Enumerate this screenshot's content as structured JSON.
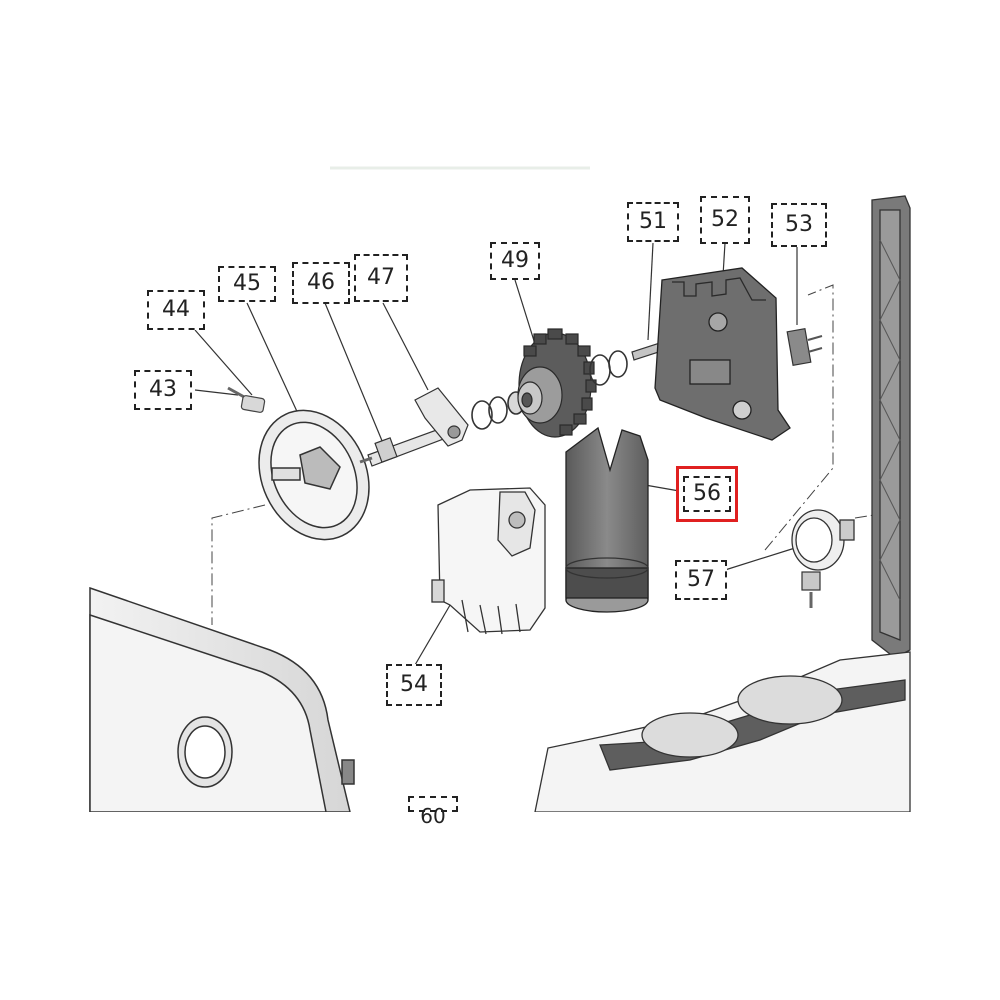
{
  "labels": {
    "l43": "43",
    "l44": "44",
    "l45": "45",
    "l46": "46",
    "l47": "47",
    "l49": "49",
    "l51": "51",
    "l52": "52",
    "l53": "53",
    "l54": "54",
    "l56": "56",
    "l57": "57",
    "l60": "60"
  },
  "highlight": {
    "part": "56",
    "color": "#e02020"
  }
}
